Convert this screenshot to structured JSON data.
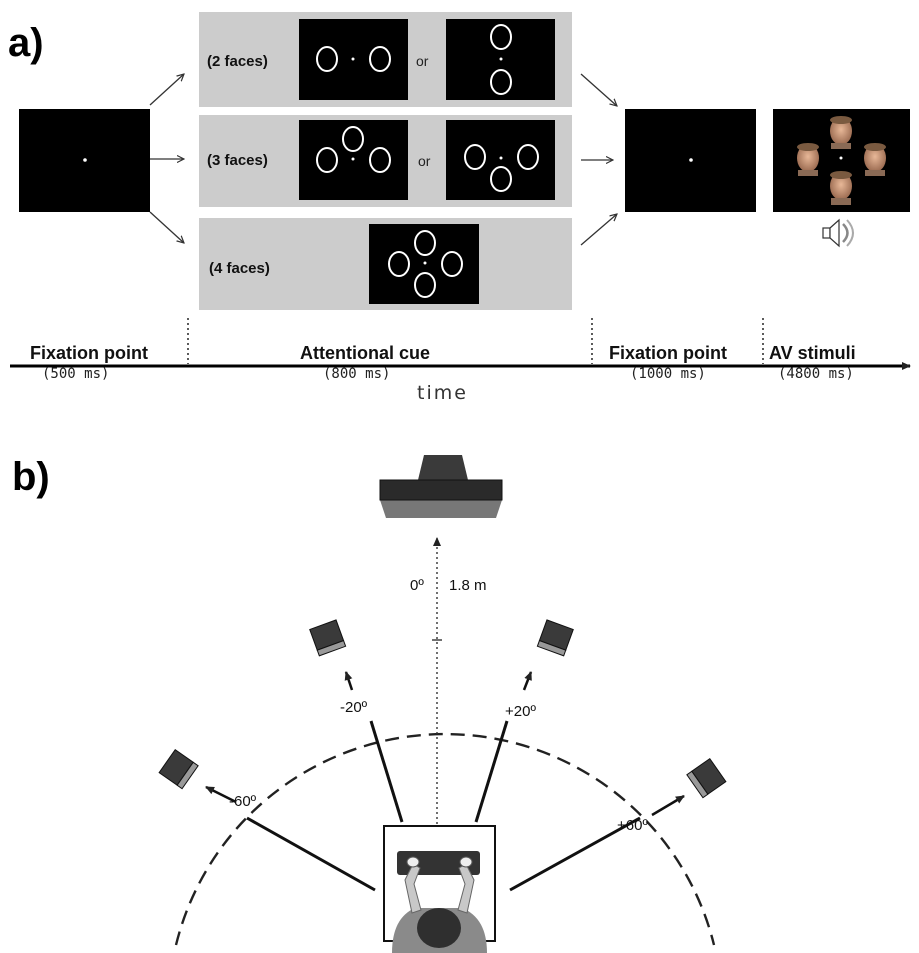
{
  "panel_a": {
    "label": "a)",
    "rows": [
      {
        "label": "(2 faces)",
        "or": "or"
      },
      {
        "label": "(3 faces)",
        "or": "or"
      },
      {
        "label": "(4 faces)"
      }
    ],
    "timeline": {
      "phases": [
        {
          "name": "Fixation point",
          "duration": "(500 ms)"
        },
        {
          "name": "Attentional cue",
          "duration": "(800 ms)"
        },
        {
          "name": "Fixation point",
          "duration": "(1000 ms)"
        },
        {
          "name": "AV stimuli",
          "duration": "(4800 ms)"
        }
      ],
      "axis_label": "time"
    }
  },
  "panel_b": {
    "label": "b)",
    "distance": "1.8 m",
    "angles": {
      "center": "0º",
      "left_inner": "-20º",
      "right_inner": "+20º",
      "left_outer": "-60º",
      "right_outer": "+60º"
    }
  },
  "colors": {
    "screen": "#000000",
    "cue_panel": "#cccccc",
    "ring": "#ffffff"
  }
}
